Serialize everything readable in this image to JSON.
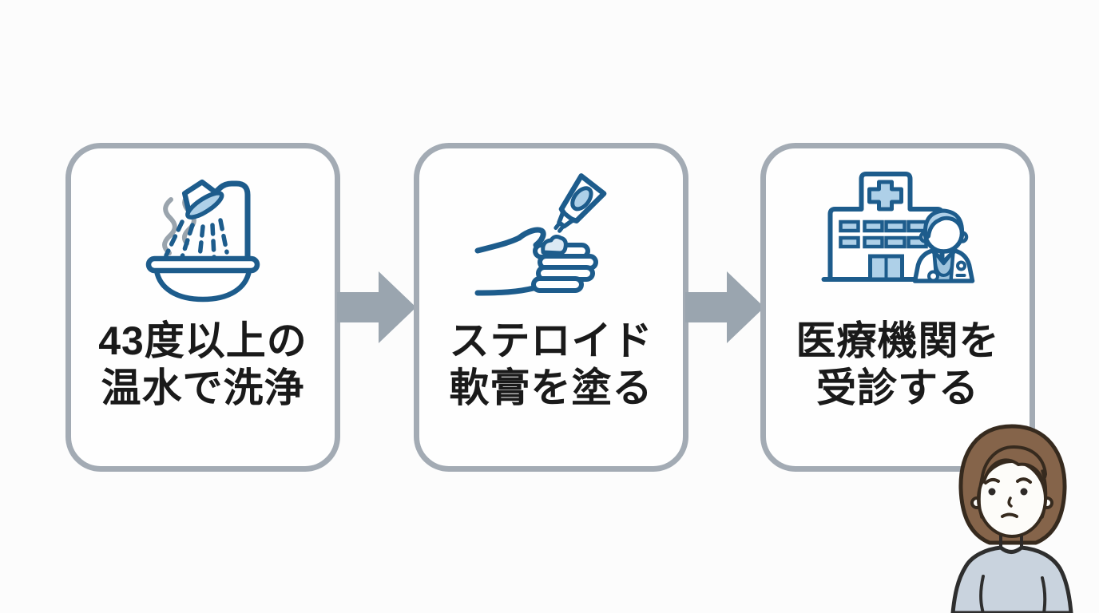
{
  "page": {
    "background_color": "#fcfcfc",
    "type": "three-step flow infographic"
  },
  "colors": {
    "card_border": "#a3abb4",
    "card_fill": "#fefefe",
    "arrow": "#9aa5af",
    "icon_stroke": "#1d5c8c",
    "icon_fill_light": "#aed0e8",
    "steam_gray": "#9aa4ad",
    "text": "#1a1a1a",
    "hair_brown": "#85644a",
    "sweater_blue_gray": "#c9d3de"
  },
  "steps": [
    {
      "id": "wash",
      "icon": "hot-shower-bath-icon",
      "line1": "43度以上の",
      "line2": "温水で洗浄"
    },
    {
      "id": "ointment",
      "icon": "ointment-tube-hand-icon",
      "line1": "ステロイド",
      "line2": "軟膏を塗る"
    },
    {
      "id": "clinic",
      "icon": "hospital-doctor-icon",
      "line1": "医療機関を",
      "line2": "受診する"
    }
  ],
  "character": {
    "name": "worried-woman-illustration",
    "expression": "worried"
  }
}
